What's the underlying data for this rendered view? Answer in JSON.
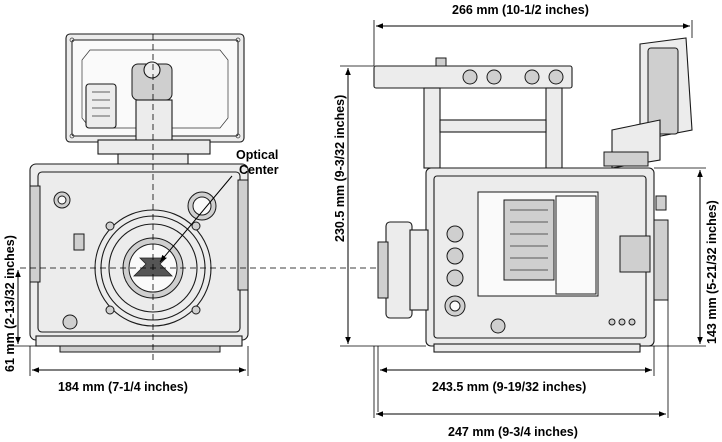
{
  "labels": {
    "optical_center_line1": "Optical",
    "optical_center_line2": "Center",
    "front_height": "61 mm (2-13/32 inches)",
    "front_width": "184 mm (7-1/4 inches)",
    "side_total_height": "230.5 mm (9-3/32 inches)",
    "side_top_width": "266 mm (10-1/2 inches)",
    "side_right_height": "143 mm (5-21/32 inches)",
    "side_body_width": "243.5 mm (9-19/32 inches)",
    "side_total_width": "247 mm (9-3/4 inches)"
  },
  "colors": {
    "line": "#000000",
    "camera_fill": "#ececec",
    "camera_shade": "#cfcfcf"
  }
}
